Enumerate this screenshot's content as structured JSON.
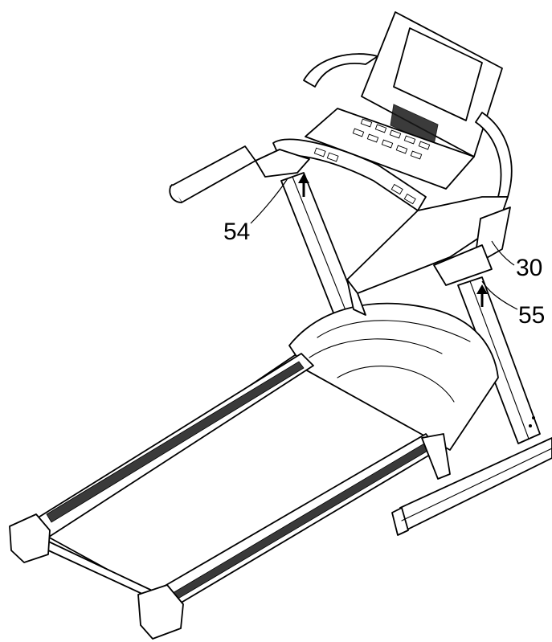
{
  "callouts": [
    {
      "id": "54",
      "label": "54"
    },
    {
      "id": "30",
      "label": "30"
    },
    {
      "id": "55",
      "label": "55"
    }
  ]
}
